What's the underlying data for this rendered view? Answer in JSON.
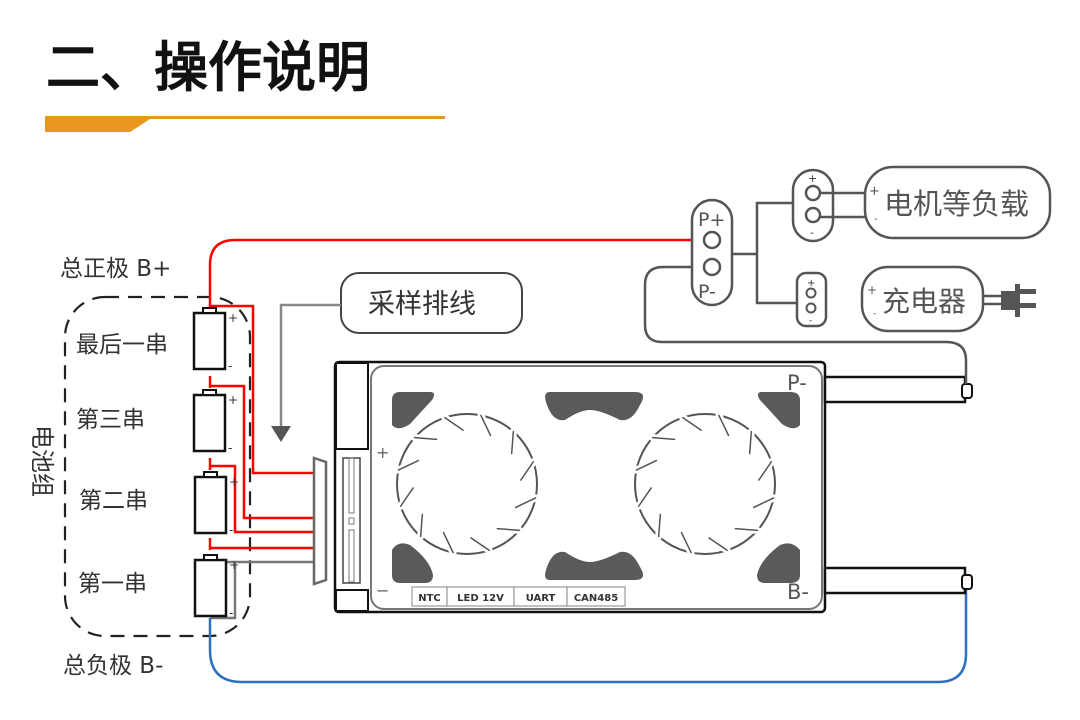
{
  "title": "二、操作说明",
  "colors": {
    "accent": "#e8961e",
    "positive_wire": "#ff0000",
    "negative_wire": "#2f6fc0",
    "line": "#555555"
  },
  "battery_pack": {
    "label": "电池组",
    "total_positive": "总正极 B+",
    "total_negative": "总负极 B-",
    "cells": [
      "最后一串",
      "第三串",
      "第二串",
      "第一串"
    ],
    "plus": "+",
    "minus": "-"
  },
  "sampling_cable": "采样排线",
  "bms": {
    "plus": "+",
    "minus": "−",
    "p_minus": "P-",
    "b_minus": "B-",
    "ports": [
      "NTC",
      "LED 12V",
      "UART",
      "CAN485"
    ]
  },
  "output": {
    "p_plus": "P+",
    "p_minus": "P-"
  },
  "load": {
    "label": "电机等负载",
    "plus": "+",
    "minus": "-"
  },
  "charger": {
    "label": "充电器",
    "plus": "+",
    "minus": "-"
  }
}
